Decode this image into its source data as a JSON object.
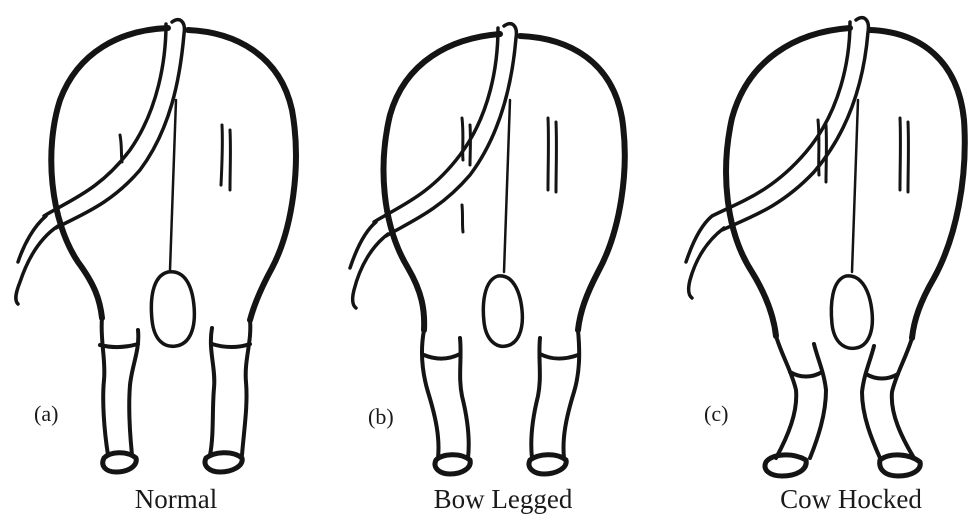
{
  "figure": {
    "panels": [
      {
        "letter": "(a)",
        "caption": "Normal"
      },
      {
        "letter": "(b)",
        "caption": "Bow Legged"
      },
      {
        "letter": "(c)",
        "caption": "Cow Hocked"
      }
    ]
  }
}
